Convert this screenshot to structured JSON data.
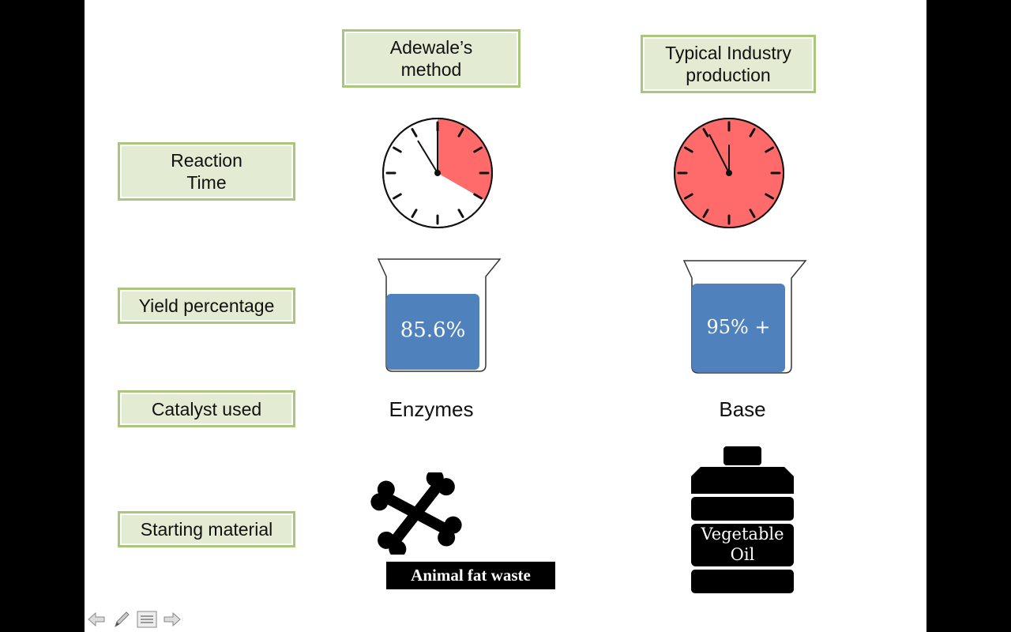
{
  "columns": {
    "adewale": "Adewale’s\nmethod",
    "industry": "Typical Industry\nproduction"
  },
  "rows": {
    "reaction_time": "Reaction\nTime",
    "yield": "Yield percentage",
    "catalyst": "Catalyst used",
    "starting_material": "Starting material"
  },
  "cells": {
    "adewale_yield": "85.6%",
    "industry_yield": "95% +",
    "adewale_catalyst": "Enzymes",
    "industry_catalyst": "Base",
    "adewale_material": "Animal fat waste",
    "industry_material_line1": "Vegetable",
    "industry_material_line2": "Oil"
  },
  "clocks": {
    "adewale_fraction_filled": 0.333,
    "industry_fraction_filled": 1.0
  },
  "colors": {
    "label_fill": "#e3ecd3",
    "label_border": "#a9c77b",
    "clock_red": "#ff6b6b",
    "beaker_blue": "#4f81bd"
  },
  "icons": {
    "nav": [
      "arrow-left-icon",
      "pen-icon",
      "menu-icon",
      "arrow-right-icon"
    ]
  }
}
